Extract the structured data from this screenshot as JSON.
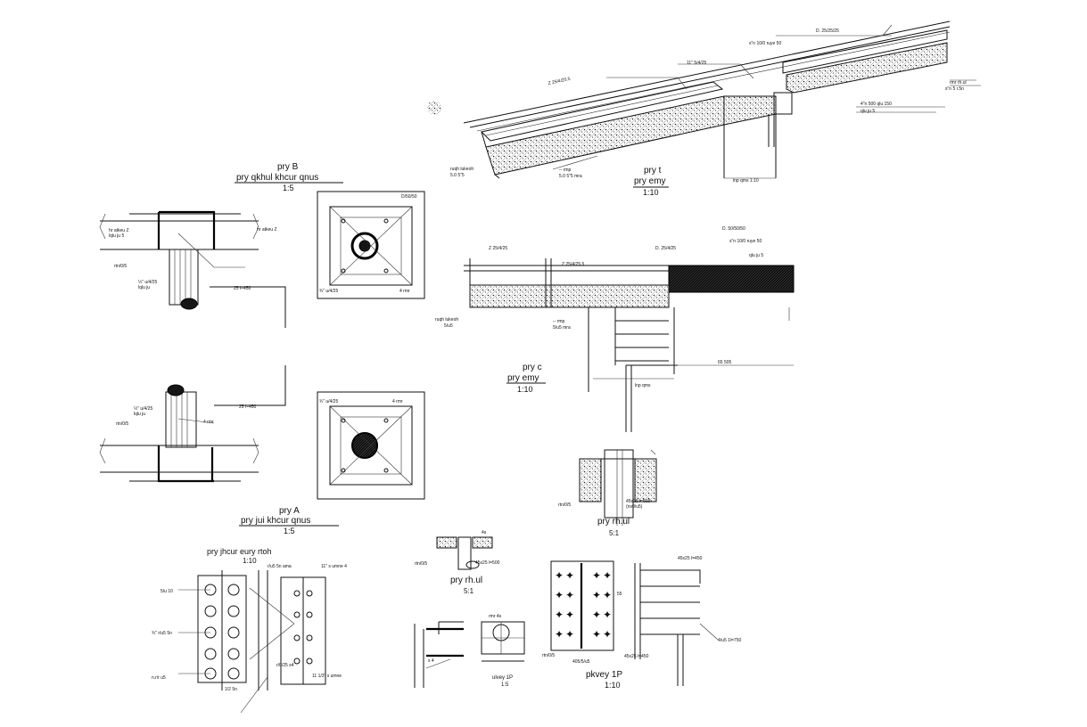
{
  "drawing": {
    "colors": {
      "line": "#111111",
      "background": "#ffffff",
      "fill": "#151515"
    },
    "details": {
      "roof_t": {
        "title": "pry t",
        "subtitle": "pry emy",
        "scale": "1:10"
      },
      "pile_b": {
        "title": "pry B",
        "subtitle": "pry qkhul khcur qnus",
        "scale": "1:5"
      },
      "slab_c": {
        "title": "pry c",
        "subtitle": "pry emy",
        "scale": "1:10"
      },
      "pile_a": {
        "title": "pry A",
        "subtitle": "pry jui khcur qnus",
        "scale": "1:5"
      },
      "beam": {
        "title": "pry jhcur eury rtoh",
        "scale": "1:10"
      },
      "rh_top": {
        "title": "pry rh.ul",
        "scale": "5:1"
      },
      "rh_bottom": {
        "title": "pry rh.ul",
        "scale": "5:1"
      },
      "plate": {
        "title": "pkvey 1P",
        "scale": "1:10"
      },
      "small": {
        "title": "ulvey 1P",
        "scale": "1:5"
      }
    }
  }
}
